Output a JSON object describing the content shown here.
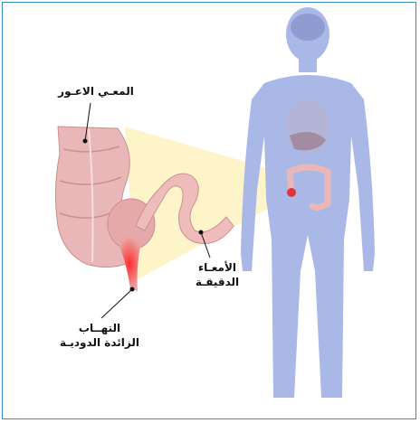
{
  "labels": {
    "cecum": "المعـي الاعـور",
    "small_intestine_line1": "الأمعـاء",
    "small_intestine_line2": "الدقيقـة",
    "appendicitis_line1": "التهــاب",
    "appendicitis_line2": "الزائدة الدوديـة"
  },
  "colors": {
    "frame": "#3a8fb7",
    "body_silhouette": "#aab8e8",
    "zoom_cone": "#fdf3c4",
    "intestine": "#e9b7b7",
    "inflamed": "#e0343b"
  }
}
